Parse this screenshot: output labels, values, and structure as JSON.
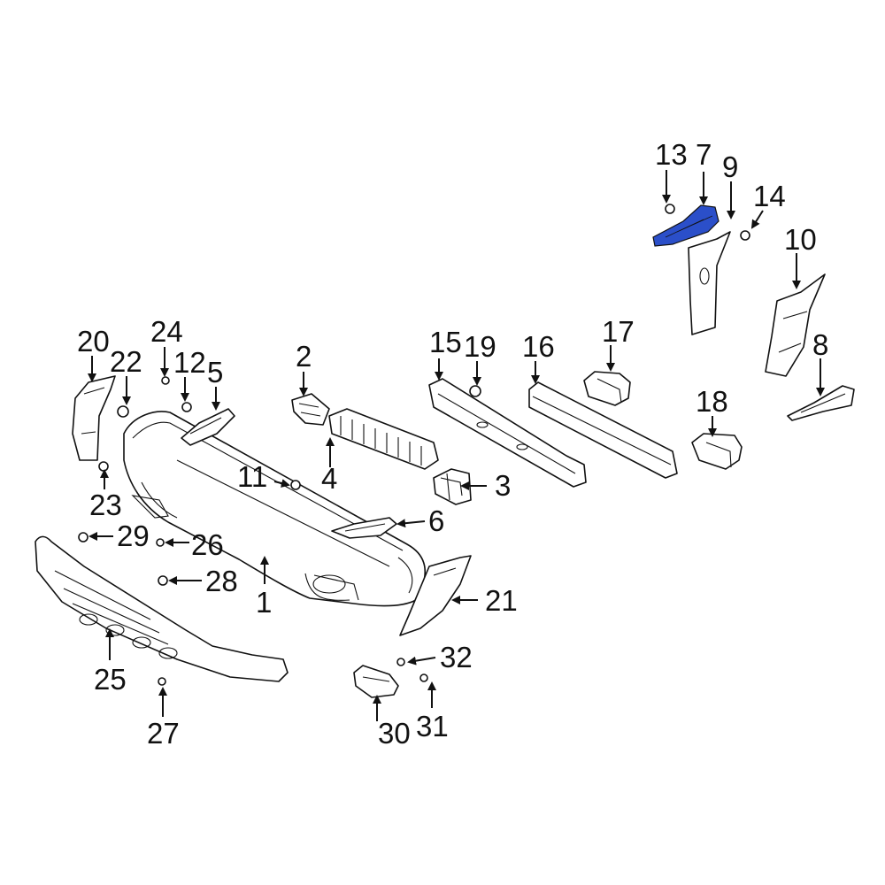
{
  "highlight_color": "#2b4fc9",
  "line_color": "#111111",
  "background_color": "#ffffff",
  "highlighted_part": "7",
  "callouts": {
    "c1": "1",
    "c2": "2",
    "c3": "3",
    "c4": "4",
    "c5": "5",
    "c6": "6",
    "c7": "7",
    "c8": "8",
    "c9": "9",
    "c10": "10",
    "c11": "11",
    "c12": "12",
    "c13": "13",
    "c14": "14",
    "c15": "15",
    "c16": "16",
    "c17": "17",
    "c18": "18",
    "c19": "19",
    "c20": "20",
    "c21": "21",
    "c22": "22",
    "c23": "23",
    "c24": "24",
    "c25": "25",
    "c26": "26",
    "c27": "27",
    "c28": "28",
    "c29": "29",
    "c30": "30",
    "c31": "31",
    "c32": "32"
  }
}
